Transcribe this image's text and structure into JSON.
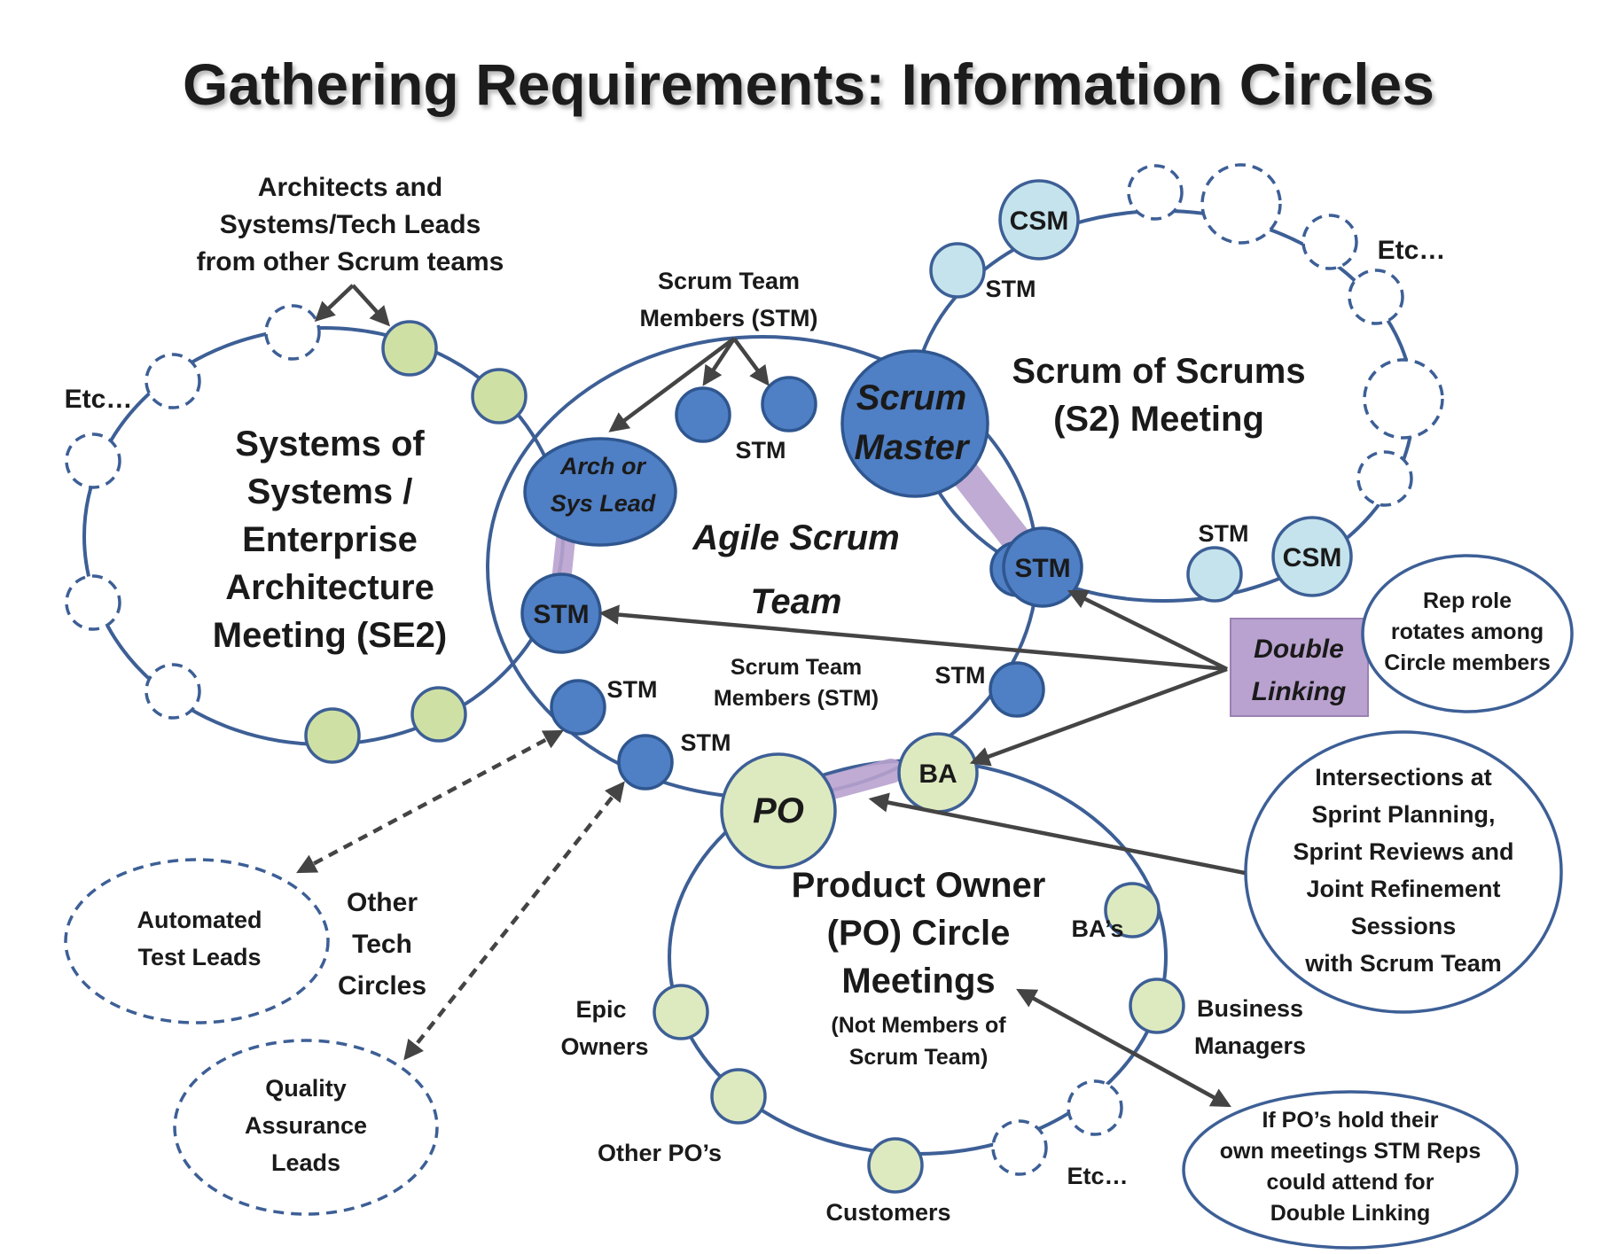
{
  "title": "Gathering Requirements: Information Circles",
  "colors": {
    "ring": "#3d5f96",
    "team_blue": "#4f7fc4",
    "se2_green": "#cfe0a4",
    "po_green": "#dde9bf",
    "s2_light_blue": "#c4e3ec",
    "double_link_purple": "#b9a2cf"
  },
  "se2": {
    "title_lines": [
      "Systems of",
      "Systems /",
      "Enterprise",
      "Architecture",
      "Meeting (SE2)"
    ],
    "callout_lines": [
      "Architects and",
      "Systems/Tech Leads",
      "from other Scrum teams"
    ],
    "etc": "Etc…"
  },
  "s2": {
    "title_lines": [
      "Scrum of Scrums",
      "(S2) Meeting"
    ],
    "csm_top": "CSM",
    "csm_bottom": "CSM",
    "stm_top": "STM",
    "stm_bottom": "STM",
    "etc": "Etc…"
  },
  "team": {
    "title_lines": [
      "Agile Scrum",
      "Team"
    ],
    "top_stm_callout": [
      "Scrum Team",
      "Members (STM)"
    ],
    "middle_stm_label": [
      "Scrum Team",
      "Members (STM)"
    ],
    "arch_lead": [
      "Arch or",
      "Sys Lead"
    ],
    "scrum_master": [
      "Scrum",
      "Master"
    ],
    "stm_node_left": "STM",
    "stm_node_right": "STM",
    "stm_label_top": "STM",
    "stm_label_lower_left_1": "STM",
    "stm_label_lower_left_2": "STM",
    "stm_label_lower_right": "STM"
  },
  "po": {
    "po": "PO",
    "ba": "BA",
    "title_lines": [
      "Product Owner",
      "(PO) Circle",
      "Meetings"
    ],
    "subtitle_lines": [
      "(Not Members of",
      "Scrum Team)"
    ],
    "bas": "BA’s",
    "business_managers": [
      "Business",
      "Managers"
    ],
    "epic_owners": [
      "Epic",
      "Owners"
    ],
    "other_pos": "Other PO’s",
    "customers": "Customers",
    "etc": "Etc…"
  },
  "double_linking": {
    "label_lines": [
      "Double",
      "Linking"
    ],
    "note_lines": [
      "Rep role",
      "rotates among",
      "Circle members"
    ]
  },
  "intersections_note": [
    "Intersections at",
    "Sprint Planning,",
    "Sprint Reviews and",
    "Joint Refinement",
    "Sessions",
    "with Scrum Team"
  ],
  "po_meetings_note": [
    "If PO’s hold their",
    "own meetings STM Reps",
    "could attend for",
    "Double Linking"
  ],
  "other_tech": {
    "label_lines": [
      "Other",
      "Tech",
      "Circles"
    ],
    "automated_test": [
      "Automated",
      "Test Leads"
    ],
    "qa": [
      "Quality",
      "Assurance",
      "Leads"
    ]
  }
}
